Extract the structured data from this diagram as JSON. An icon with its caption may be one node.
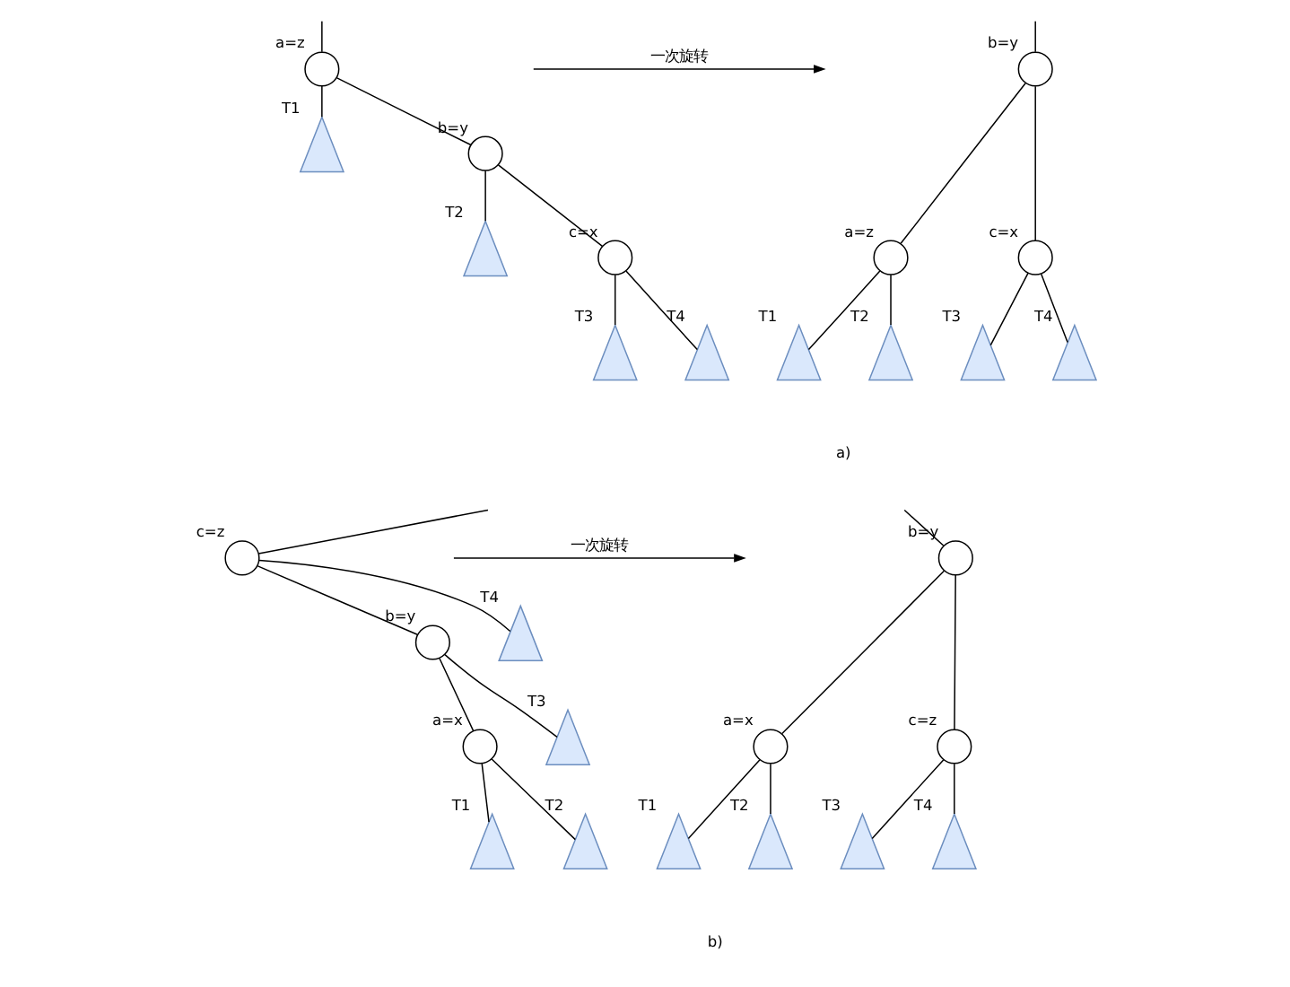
{
  "diagram": {
    "nodes": [
      {
        "text": [],
        "shape": "circle",
        "beside": [
          "a=z"
        ]
      },
      {
        "text": [],
        "shape": "triangle",
        "beside": [
          "T1"
        ]
      },
      {
        "text": [],
        "shape": "circle",
        "beside": [
          "b=y"
        ]
      },
      {
        "text": [],
        "shape": "triangle",
        "beside": [
          "T2"
        ]
      },
      {
        "text": [],
        "shape": "circle",
        "beside": [
          "c=x"
        ]
      },
      {
        "text": [],
        "shape": "triangle",
        "beside": [
          "T3"
        ]
      },
      {
        "text": [],
        "shape": "triangle",
        "beside": [
          "T4"
        ]
      },
      {
        "text": [],
        "shape": "circle",
        "beside": [
          "b=y"
        ]
      },
      {
        "text": [],
        "shape": "circle",
        "beside": [
          "a=z"
        ]
      },
      {
        "text": [],
        "shape": "circle",
        "beside": [
          "c=x"
        ]
      },
      {
        "text": [],
        "shape": "triangle",
        "beside": [
          "T1"
        ]
      },
      {
        "text": [],
        "shape": "triangle",
        "beside": [
          "T2"
        ]
      },
      {
        "text": [],
        "shape": "triangle",
        "beside": [
          "T3"
        ]
      },
      {
        "text": [],
        "shape": "triangle",
        "beside": [
          "T4"
        ]
      },
      {
        "text": [],
        "shape": "circle",
        "beside": [
          "c=z"
        ]
      },
      {
        "text": [],
        "shape": "circle",
        "beside": [
          "b=y"
        ]
      },
      {
        "text": [],
        "shape": "triangle",
        "beside": [
          "T4"
        ]
      },
      {
        "text": [],
        "shape": "circle",
        "beside": [
          "a=x"
        ]
      },
      {
        "text": [],
        "shape": "triangle",
        "beside": [
          "T3"
        ]
      },
      {
        "text": [],
        "shape": "triangle",
        "beside": [
          "T1"
        ]
      },
      {
        "text": [],
        "shape": "triangle",
        "beside": [
          "T2"
        ]
      },
      {
        "text": [],
        "shape": "circle",
        "beside": [
          "b=y"
        ]
      },
      {
        "text": [],
        "shape": "circle",
        "beside": [
          "a=x"
        ]
      },
      {
        "text": [],
        "shape": "circle",
        "beside": [
          "c=z"
        ]
      },
      {
        "text": [],
        "shape": "triangle",
        "beside": [
          "T1"
        ]
      },
      {
        "text": [],
        "shape": "triangle",
        "beside": [
          "T2"
        ]
      },
      {
        "text": [],
        "shape": "triangle",
        "beside": [
          "T3"
        ]
      },
      {
        "text": [],
        "shape": "triangle",
        "beside": [
          "T4"
        ]
      }
    ],
    "edges": [
      {
        "from": null,
        "to": 0,
        "arrow": "none"
      },
      {
        "from": 0,
        "to": 1,
        "arrow": "none"
      },
      {
        "from": 0,
        "to": 2,
        "arrow": "none"
      },
      {
        "from": 2,
        "to": 3,
        "arrow": "none"
      },
      {
        "from": 2,
        "to": 4,
        "arrow": "none"
      },
      {
        "from": 4,
        "to": 5,
        "arrow": "none"
      },
      {
        "from": 4,
        "to": 6,
        "arrow": "none"
      },
      {
        "from": null,
        "to": 7,
        "arrow": "none"
      },
      {
        "from": 7,
        "to": 8,
        "arrow": "none"
      },
      {
        "from": 7,
        "to": 9,
        "arrow": "none"
      },
      {
        "from": 8,
        "to": 10,
        "arrow": "none"
      },
      {
        "from": 8,
        "to": 11,
        "arrow": "none"
      },
      {
        "from": 9,
        "to": 12,
        "arrow": "none"
      },
      {
        "from": 9,
        "to": 13,
        "arrow": "none"
      },
      {
        "from": null,
        "to": 14,
        "arrow": "none"
      },
      {
        "from": 14,
        "to": 15,
        "arrow": "none"
      },
      {
        "from": 14,
        "to": 16,
        "arrow": "none"
      },
      {
        "from": 15,
        "to": 17,
        "arrow": "none"
      },
      {
        "from": 15,
        "to": 18,
        "arrow": "none"
      },
      {
        "from": 17,
        "to": 19,
        "arrow": "none"
      },
      {
        "from": 17,
        "to": 20,
        "arrow": "none"
      },
      {
        "from": null,
        "to": 21,
        "arrow": "none"
      },
      {
        "from": 21,
        "to": 22,
        "arrow": "none"
      },
      {
        "from": 21,
        "to": 23,
        "arrow": "none"
      },
      {
        "from": 22,
        "to": 24,
        "arrow": "none"
      },
      {
        "from": 22,
        "to": 25,
        "arrow": "none"
      },
      {
        "from": 23,
        "to": 26,
        "arrow": "none"
      },
      {
        "from": 23,
        "to": 27,
        "arrow": "none"
      }
    ],
    "labels": [
      "一次旋转",
      "a)",
      "一次旋转",
      "b)"
    ]
  }
}
